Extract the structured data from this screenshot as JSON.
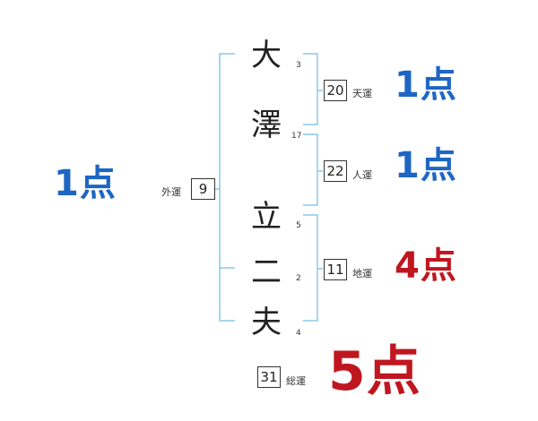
{
  "colors": {
    "bracket": "#8cc7ea",
    "good": "#1e66c4",
    "bad": "#c0161f",
    "text": "#222222"
  },
  "name": {
    "chars": [
      {
        "char": "大",
        "strokes": "3"
      },
      {
        "char": "澤",
        "strokes": "17"
      },
      {
        "char": "立",
        "strokes": "5"
      },
      {
        "char": "二",
        "strokes": "2"
      },
      {
        "char": "夫",
        "strokes": "4"
      }
    ]
  },
  "fortunes": {
    "tenkaku": {
      "value": "20",
      "label": "天運",
      "score": "1点"
    },
    "jinkaku": {
      "value": "22",
      "label": "人運",
      "score": "1点"
    },
    "chikaku": {
      "value": "11",
      "label": "地運",
      "score": "4点"
    },
    "gaikaku": {
      "value": "9",
      "label": "外運",
      "score": "1点"
    },
    "soukaku": {
      "value": "31",
      "label": "総運",
      "score": "5点"
    }
  }
}
